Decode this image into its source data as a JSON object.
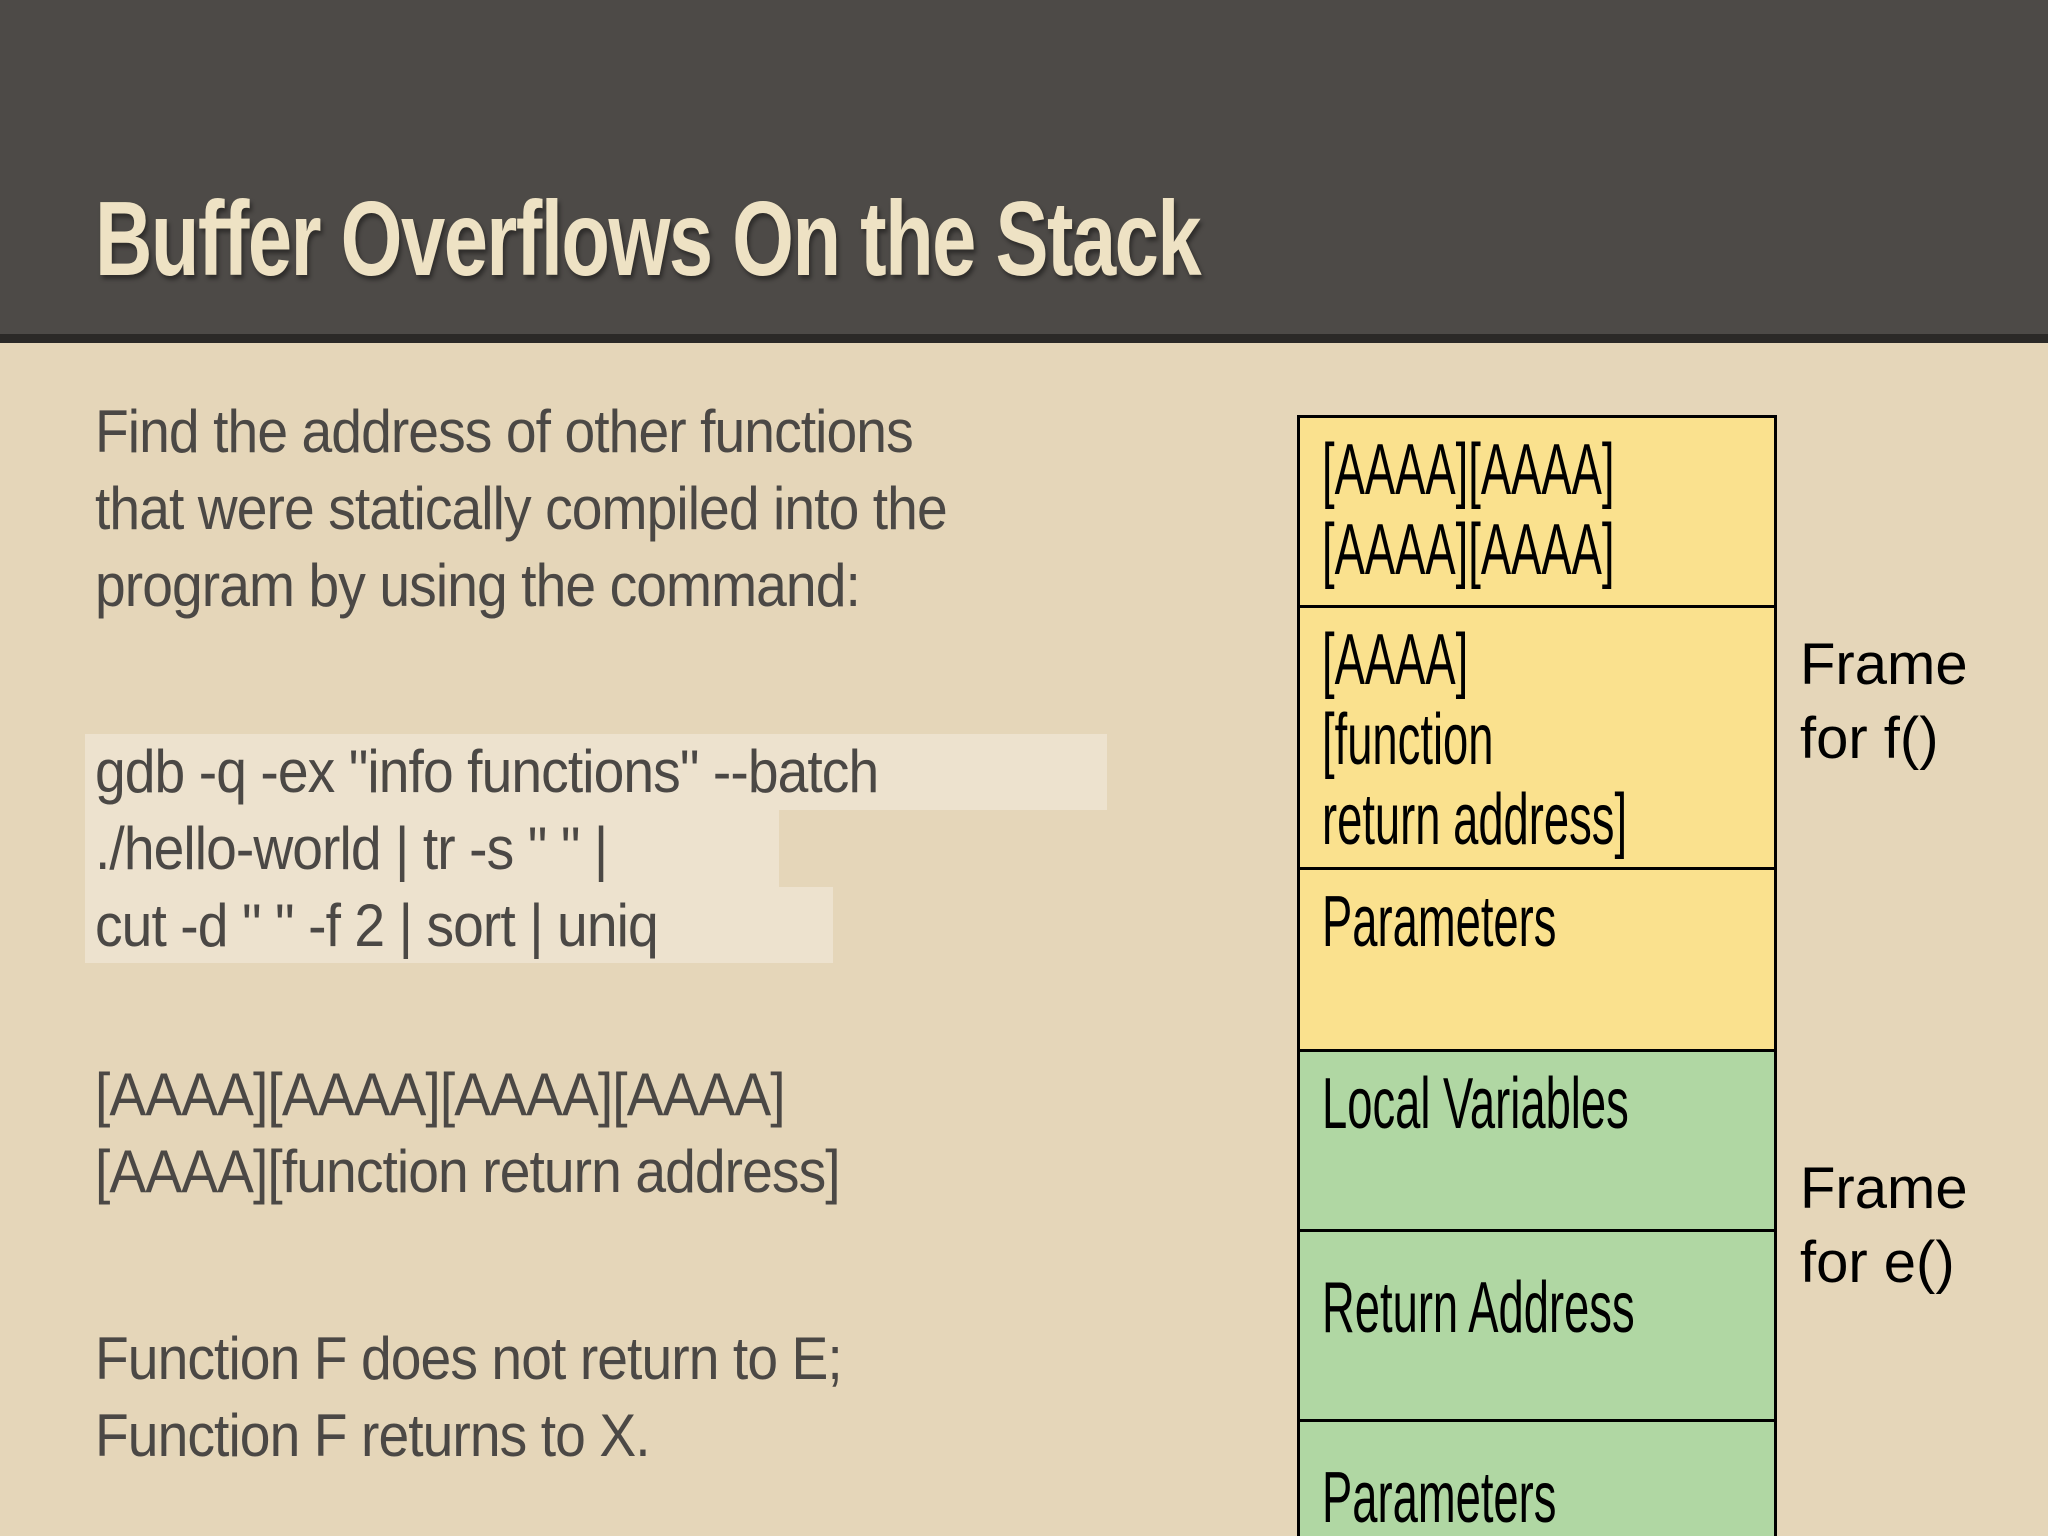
{
  "slide": {
    "title": "Buffer Overflows On the Stack"
  },
  "intro": {
    "lines": [
      "Find the address of other functions",
      "that were statically compiled into the",
      "program by using the command:"
    ]
  },
  "command": {
    "lines": [
      "gdb -q -ex \"info functions\" --batch",
      "./hello-world | tr -s \" \" |",
      "cut -d \" \" -f 2 | sort | uniq"
    ]
  },
  "overflow_string": {
    "lines": [
      "[AAAA][AAAA][AAAA][AAAA]",
      "[AAAA][function return address]"
    ]
  },
  "note": {
    "lines": [
      "Function F does not return to E;",
      "Function F returns to X."
    ]
  },
  "stack_diagram": {
    "boxes": [
      {
        "id": "overflow-buffer",
        "fill": "#fae18e",
        "lines": [
          "[AAAA][AAAA]",
          "[AAAA][AAAA]"
        ]
      },
      {
        "id": "overwritten-return",
        "fill": "#fae18e",
        "lines": [
          "[AAAA]",
          "[function",
          "return address]"
        ]
      },
      {
        "id": "parameters-f",
        "fill": "#fae18e",
        "lines": [
          "Parameters"
        ]
      },
      {
        "id": "local-variables-e",
        "fill": "#b0d7a3",
        "lines": [
          "Local Variables"
        ]
      },
      {
        "id": "return-address-e",
        "fill": "#b0d7a3",
        "lines": [
          "Return Address"
        ]
      },
      {
        "id": "parameters-e",
        "fill": "#b0d7a3",
        "lines": [
          "Parameters"
        ]
      }
    ],
    "frame_f": {
      "lines": [
        "Frame",
        "for f()"
      ]
    },
    "frame_e": {
      "lines": [
        "Frame",
        "for e()"
      ]
    }
  },
  "colors": {
    "header_bg": "#4d4a47",
    "header_underline": "#2b2927",
    "slide_bg": "#e5d6b9",
    "title_text": "#eee2c4",
    "body_text": "#4b4845",
    "yellow_box": "#fae18e",
    "green_box": "#b0d7a3",
    "box_border": "#000000",
    "command_highlight": "#ece0c7"
  }
}
